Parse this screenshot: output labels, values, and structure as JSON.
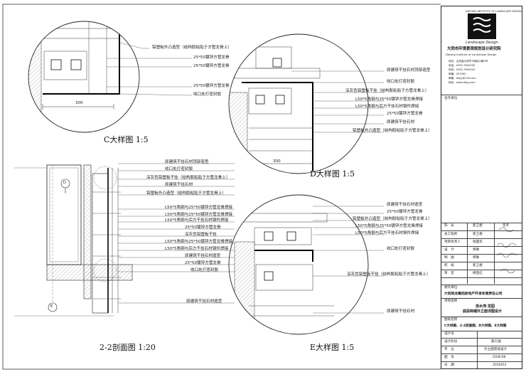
{
  "company": {
    "logo_text": "Landscape Design",
    "logo_subtext": "DATONG INSTITUTE OF LANDSCAPE DESIGN",
    "name": "大同市环境景观规划设计研究院",
    "name_en": "Datong institute of Landscape Design",
    "address": "地址：山西省大同市平城区X路X号",
    "phone": "电话：0352-7620030",
    "fax": "传真：0352-7620020",
    "postcode": "邮编：037000",
    "email": "邮箱：dtsjy@126.com",
    "web": "网址：www.dtjyy.com"
  },
  "panel": {
    "cooperation": "合作单位",
    "roles": [
      {
        "role": "院　长",
        "name": "崔卫君",
        "sig_label": "签字"
      },
      {
        "role": "总工程师",
        "name": "崔卫君",
        "sig_label": ""
      },
      {
        "role": "项目负责人",
        "name": "张国华",
        "sig_label": ""
      },
      {
        "role": "设　计",
        "name": "郭静",
        "sig_label": ""
      },
      {
        "role": "制　图",
        "name": "郭静",
        "sig_label": ""
      },
      {
        "role": "校　核",
        "name": "崔卫君",
        "sig_label": ""
      },
      {
        "role": "审　定",
        "name": "杨宝红",
        "sig_label": ""
      }
    ],
    "client_label": "委托单位",
    "client": "大同同龙集团房地产开发有限责任公司",
    "project_label": "项目名称",
    "project": "浙水湾·龙园",
    "project2": "底层商铺外立面详图设计",
    "drawing_label": "图纸名称",
    "drawing": "C大样图、2-2剖面图、D大样图、E大样图",
    "sheet_no_label": "设计号",
    "stage_label": "设计阶段",
    "stage": "施工图",
    "discipline_label": "专　业",
    "discipline": "外立面景观设计",
    "drawing_no_label": "图　号",
    "drawing_no": "GSW-08",
    "date_label": "日　期",
    "date": "2016/03"
  },
  "titles": {
    "c": "C大样图  1:5",
    "d": "D大样图  1:5",
    "s22": "2-2剖面图  1:20",
    "e": "E大样图  1:5"
  },
  "markers": {
    "d": "D",
    "e": "E"
  },
  "dims": {
    "c_width": "300",
    "d_width": "300"
  },
  "labels_c": [
    "铝塑板外凸造型（结构胶粘贴于方管龙骨上）",
    "25*50镀锌方管龙骨",
    "25*50镀锌方管龙骨",
    "25*50镀锌方管龙骨",
    "收口处打密封胶"
  ],
  "labels_d": [
    "原建筑干挂石材顶部造型",
    "收口处打密封胶",
    "深灰色铝塑板干挂（结构胶粘贴于方管龙骨上）",
    "L50*5角钢与25*50镀锌方管龙骨焊接",
    "L50*5角钢与后方干挂石材钢件焊接",
    "25*50镀锌方管龙骨",
    "原建筑干挂石材",
    "铝塑板外凸造型（结构胶粘贴于方管龙骨上）"
  ],
  "labels_s22": [
    "原建筑干挂石材顶部造型",
    "收口处打密封胶",
    "深灰色铝塑板干挂（结构胶粘贴于方管龙骨上）",
    "原建筑干挂石材",
    "铝塑板外凸造型（结构胶粘贴于方管龙骨上）",
    "L50*5角钢与25*50镀锌方管龙骨焊接",
    "L50*5角钢与25*50镀锌方管龙骨焊接",
    "L50*5角钢与后方干挂石材钢件焊接",
    "25*50镀锌方管龙骨",
    "深灰色铝塑板干挂",
    "L50*5角钢与25*50镀锌方管龙骨焊接",
    "L50*5角钢与后方干挂石材钢件焊接",
    "原建筑干挂石材造型",
    "25*50镀锌方管龙骨",
    "收口处打密封胶",
    "原建筑干挂石材造型"
  ],
  "labels_e": [
    "原建筑干挂石材造型",
    "25*50镀锌方管龙骨",
    "铝塑板外凸造型（结构胶粘贴于方管龙骨上）",
    "L50*5角钢与25*50镀锌方管龙骨焊接",
    "L50*5角钢与后方干挂石材钢件焊接",
    "收口处打密封胶",
    "深灰色铝塑板干挂（结构胶粘贴于方管龙骨上）",
    "原建筑干挂石材"
  ]
}
